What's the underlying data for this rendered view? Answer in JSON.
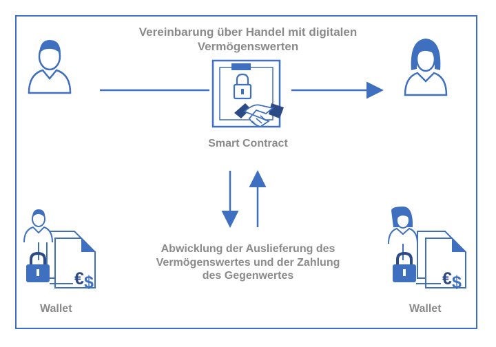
{
  "colors": {
    "accent": "#3f6fbf",
    "dark": "#2c4a86",
    "text": "#8a8a8a"
  },
  "agreement": {
    "line1": "Vereinbarung über Handel mit digitalen",
    "line2": "Vermögenswerten"
  },
  "contract": {
    "label": "Smart Contract"
  },
  "settlement": {
    "line1": "Abwicklung der Auslieferung des",
    "line2": "Vermögenswertes und der Zahlung",
    "line3": "des Gegenwertes"
  },
  "wallet_left": {
    "label": "Wallet"
  },
  "wallet_right": {
    "label": "Wallet"
  },
  "icons": [
    "male-person-icon",
    "female-person-icon",
    "contract-clipboard-icon",
    "padlock-icon",
    "handshake-icon",
    "wallet-left-icon",
    "wallet-right-icon",
    "euro-dollar-icon"
  ]
}
